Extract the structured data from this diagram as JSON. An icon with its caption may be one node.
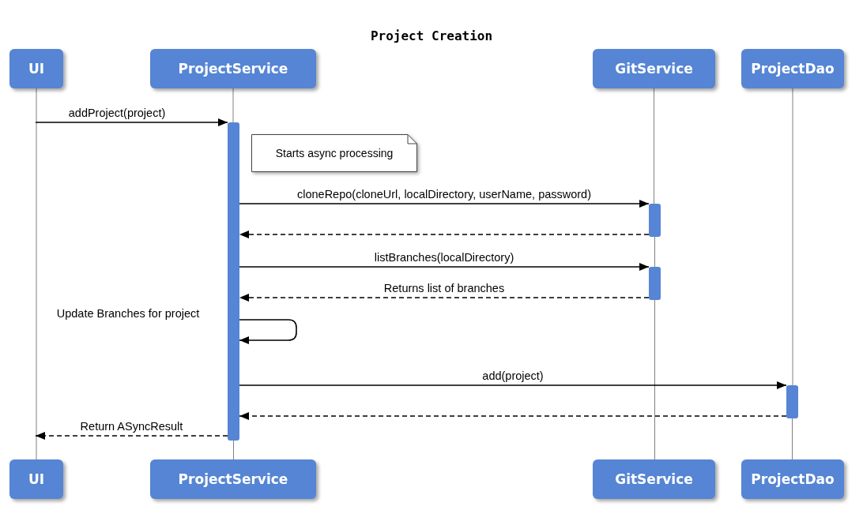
{
  "diagram": {
    "title": "Project Creation",
    "nodes": [
      {
        "text": [
          "UI"
        ]
      },
      {
        "text": [
          "ProjectService"
        ]
      },
      {
        "text": [
          "GitService"
        ]
      },
      {
        "text": [
          "ProjectDao"
        ]
      },
      {
        "text": [],
        "shape": "bar"
      },
      {
        "text": [
          "Starts async processing"
        ]
      },
      {
        "text": [],
        "shape": "bar"
      },
      {
        "text": [],
        "shape": "bar"
      },
      {
        "text": [],
        "shape": "bar"
      },
      {
        "text": [
          "UI"
        ]
      },
      {
        "text": [
          "ProjectService"
        ]
      },
      {
        "text": [
          "GitService"
        ]
      },
      {
        "text": [
          "ProjectDao"
        ]
      }
    ],
    "edges": [
      {
        "from": 0,
        "to": 9,
        "arrow": "none",
        "color": "#808080"
      },
      {
        "from": 1,
        "to": 4,
        "arrow": "none",
        "color": "#808080"
      },
      {
        "from": 4,
        "to": 10,
        "arrow": "none",
        "color": "#808080"
      },
      {
        "from": 2,
        "to": 6,
        "arrow": "none",
        "color": "#808080"
      },
      {
        "from": 6,
        "to": 7,
        "arrow": "none",
        "color": "#808080"
      },
      {
        "from": 7,
        "to": 11,
        "arrow": "none",
        "color": "#808080"
      },
      {
        "from": 3,
        "to": 8,
        "arrow": "none",
        "color": "#808080"
      },
      {
        "from": 8,
        "to": 12,
        "arrow": "none",
        "color": "#808080"
      },
      {
        "from": null,
        "to": 4,
        "arrow": "to",
        "label": "addProject(project)"
      },
      {
        "from": 4,
        "to": 6,
        "arrow": "to",
        "label": "cloneRepo(cloneUrl, localDirectory, userName, password)"
      },
      {
        "from": 6,
        "to": 4,
        "arrow": "to",
        "style": "dashed"
      },
      {
        "from": 4,
        "to": 7,
        "arrow": "to",
        "label": "listBranches(localDirectory)"
      },
      {
        "from": 7,
        "to": 4,
        "arrow": "to",
        "style": "dashed",
        "label": "Returns list of branches"
      },
      {
        "from": 4,
        "to": 4,
        "arrow": "to",
        "label": "Update Branches for project"
      },
      {
        "from": 4,
        "to": 8,
        "arrow": "to",
        "label": "add(project)"
      },
      {
        "from": 8,
        "to": 4,
        "arrow": "to",
        "style": "dashed"
      },
      {
        "from": 4,
        "to": null,
        "arrow": "to",
        "style": "dashed",
        "label": "Return ASyncResult"
      }
    ]
  }
}
